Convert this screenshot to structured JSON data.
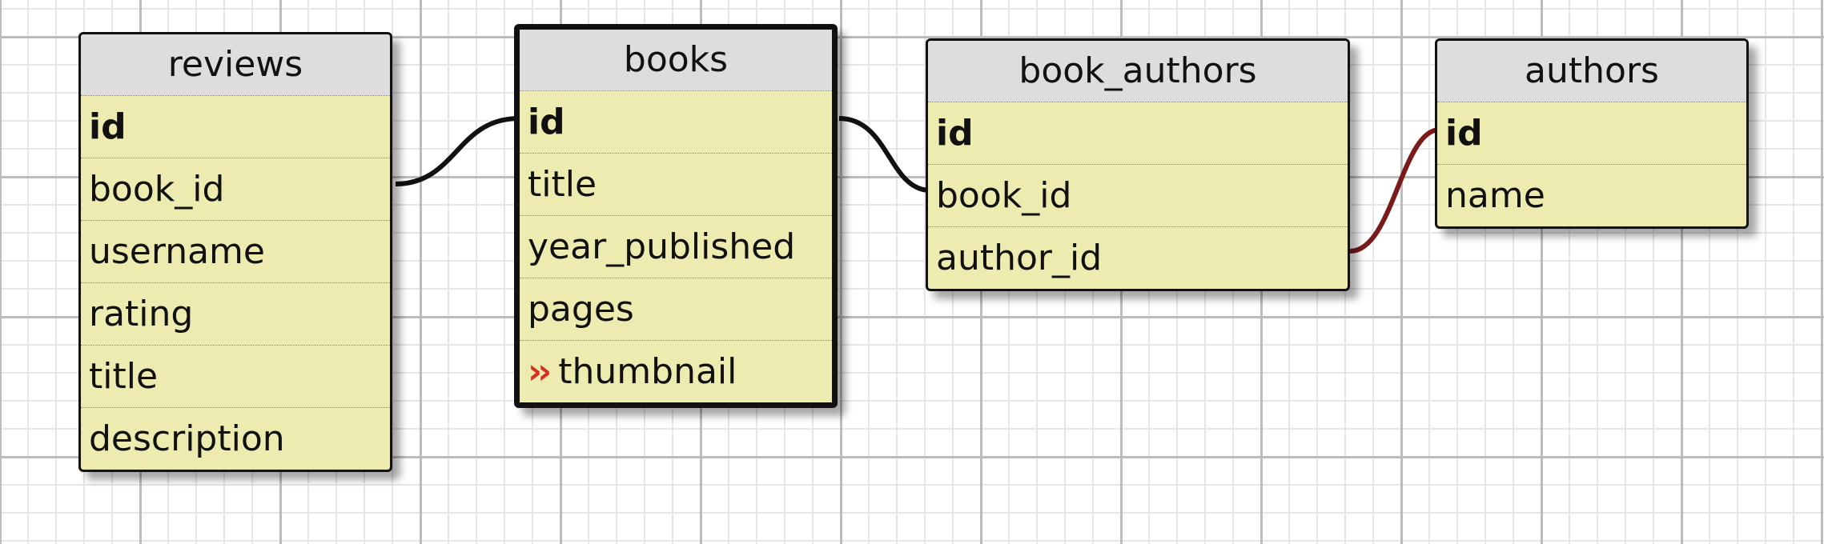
{
  "tables": [
    {
      "name": "reviews",
      "columns": [
        {
          "name": "id",
          "primary_key": true
        },
        {
          "name": "book_id"
        },
        {
          "name": "username"
        },
        {
          "name": "rating"
        },
        {
          "name": "title"
        },
        {
          "name": "description"
        }
      ]
    },
    {
      "name": "books",
      "selected": true,
      "columns": [
        {
          "name": "id",
          "primary_key": true
        },
        {
          "name": "title"
        },
        {
          "name": "year_published"
        },
        {
          "name": "pages"
        },
        {
          "name": "thumbnail",
          "attachment_icon": "double-chevron-right-icon"
        }
      ]
    },
    {
      "name": "book_authors",
      "columns": [
        {
          "name": "id",
          "primary_key": true
        },
        {
          "name": "book_id"
        },
        {
          "name": "author_id"
        }
      ]
    },
    {
      "name": "authors",
      "columns": [
        {
          "name": "id",
          "primary_key": true
        },
        {
          "name": "name"
        }
      ]
    }
  ],
  "relationships": [
    {
      "from": "reviews.book_id",
      "to": "books.id",
      "color": "#111111"
    },
    {
      "from": "books.id",
      "to": "book_authors.book_id",
      "color": "#111111"
    },
    {
      "from": "book_authors.author_id",
      "to": "authors.id",
      "color": "#7a1a1a"
    }
  ],
  "colors": {
    "table_body": "#eeebb0",
    "table_header": "#dddddd",
    "attachment_icon": "#d7301f"
  }
}
